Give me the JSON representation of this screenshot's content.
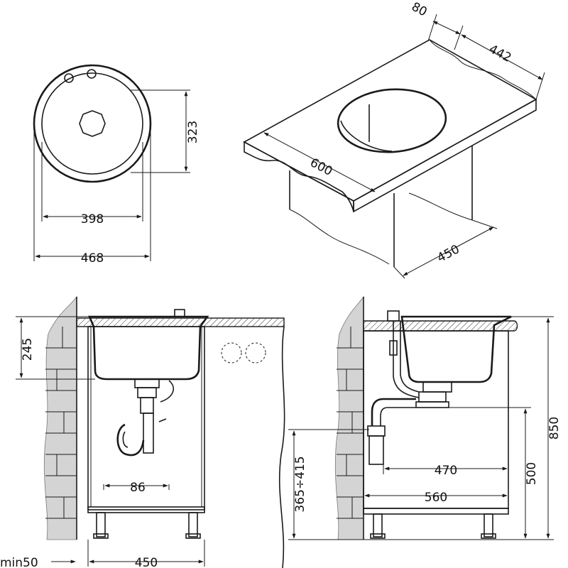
{
  "drawing": {
    "top_view": {
      "dims": {
        "w1": "398",
        "w2": "468",
        "h": "323"
      }
    },
    "iso_view": {
      "dims": {
        "a": "80",
        "b": "442",
        "c": "600",
        "d": "450"
      }
    },
    "front_view": {
      "dims": {
        "depth": "245",
        "inner": "86",
        "cab": "450",
        "minw": "min50"
      }
    },
    "side_view": {
      "dims": {
        "h1": "365÷415",
        "a": "470",
        "b": "560",
        "c": "500",
        "total": "850"
      }
    }
  },
  "colors": {
    "line": "#1a1a1a",
    "brick": "#d4d4d4",
    "background": "#ffffff"
  }
}
